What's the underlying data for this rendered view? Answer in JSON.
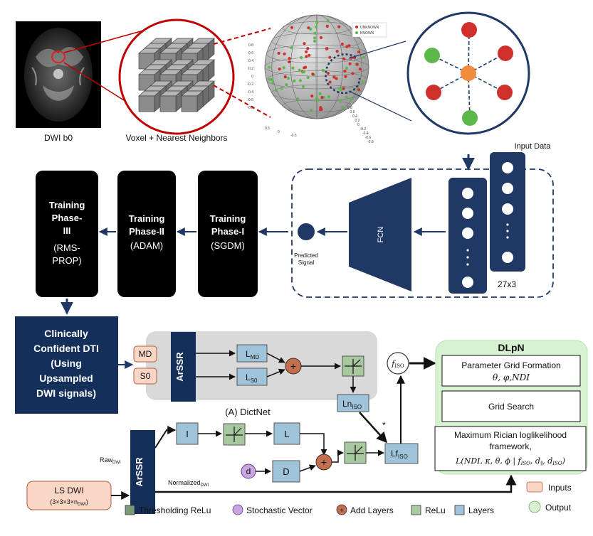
{
  "top": {
    "dwi_caption": "DWI b0",
    "voxel_caption": "Voxel + Nearest Neighbors",
    "sphere_legend": [
      "UNKNOWN",
      "KNOWN"
    ],
    "sphere_yticks": [
      "0.8",
      "0.6",
      "0.4",
      "0.2",
      "0",
      "-0.2",
      "-0.4",
      "-0.6",
      "-0.8"
    ],
    "sphere_xticks": [
      "0.5",
      "0",
      "-0.5"
    ],
    "sphere_zticks": [
      "0.8",
      "0.6",
      "0.4",
      "0.2",
      "0",
      "-0.2",
      "-0.4",
      "-0.6",
      "-0.8"
    ],
    "input_data_label": "Input Data"
  },
  "training": {
    "phase3": [
      "Training",
      "Phase-",
      "III",
      "(RMS-",
      "PROP)"
    ],
    "phase2": [
      "Training",
      "Phase-II",
      "(ADAM)"
    ],
    "phase1": [
      "Training",
      "Phase-I",
      "(SGDM)"
    ]
  },
  "fcn": {
    "label": "FCN",
    "predicted_signal": [
      "Predicted",
      "Signal"
    ],
    "size_label": "27x3"
  },
  "clinical_box": [
    "Clinically",
    "Confident DTI",
    "(Using",
    "Upsampled",
    "DWI signals)"
  ],
  "dictnet": {
    "inputs": [
      "MD",
      "S0"
    ],
    "arssr": "ArSSR",
    "l_md": {
      "main": "L",
      "sub": "MD"
    },
    "l_s0": {
      "main": "L",
      "sub": "S0"
    },
    "ln_iso": {
      "main": "Ln",
      "sub": "ISO"
    },
    "caption": "(A) DictNet"
  },
  "lower": {
    "arssr": "ArSSR",
    "raw_label": {
      "main": "Raw",
      "sub": "DWI"
    },
    "normalized_label": {
      "main": "Normalized",
      "sub": "DWI"
    },
    "ls_dwi": "LS DWI",
    "ls_dwi_dims": "(3×3×3×n",
    "ls_dwi_dims_sub": "DWI",
    "ls_dwi_dims_end": ")",
    "i_box": "I",
    "l_box": "L",
    "d_box": "D",
    "d_circle": "d",
    "lf_iso": {
      "main": "Lf",
      "sub": "ISO"
    },
    "star": "*"
  },
  "f_iso": {
    "main": "f",
    "sub": "ISO"
  },
  "dlpn": {
    "title": "DLpN",
    "param_grid": "Parameter Grid Formation",
    "param_grid_math": "θ, φ,NDI",
    "grid_search": "Grid Search",
    "mrl_line1": "Maximum Rician loglikelihood",
    "mrl_line2": "framework,",
    "mrl_math": "L(NDI, κ, θ, ϕ | f",
    "mrl_math_sub1": "ISO",
    "mrl_math_mid": ", d",
    "mrl_math_sub2": "∥",
    "mrl_math_mid2": ", d",
    "mrl_math_sub3": "ISO",
    "mrl_math_end": ")"
  },
  "legend": {
    "thresholding_relu": "Thresholding ReLu",
    "stochastic_vector": "Stochastic Vector",
    "add_layers": "Add Layers",
    "relu": "ReLu",
    "layers": "Layers",
    "inputs": "Inputs",
    "output": "Output"
  },
  "colors": {
    "navy": "#1f3864",
    "dark_navy": "#14305a",
    "layer_box": "#9fc3d9",
    "relu_box": "#a8c8a0",
    "input_box": "#f9d6c6",
    "output_green": "#d7f2d0",
    "dictnet_gray": "#d9d9d9",
    "stochastic": "#c8a6e0",
    "add_circle": "#c06f50",
    "sphere_red": "#d0302b",
    "sphere_green": "#5cb84a",
    "orange_node": "#ef8d3c"
  }
}
